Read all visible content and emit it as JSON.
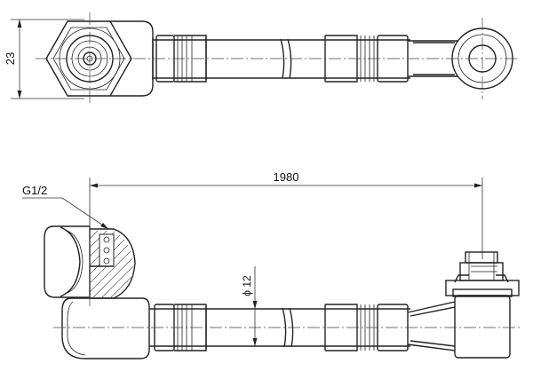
{
  "dimensions": {
    "length": "1980",
    "height": "23",
    "thread": "G1/2",
    "diameter": "ϕ 12"
  }
}
